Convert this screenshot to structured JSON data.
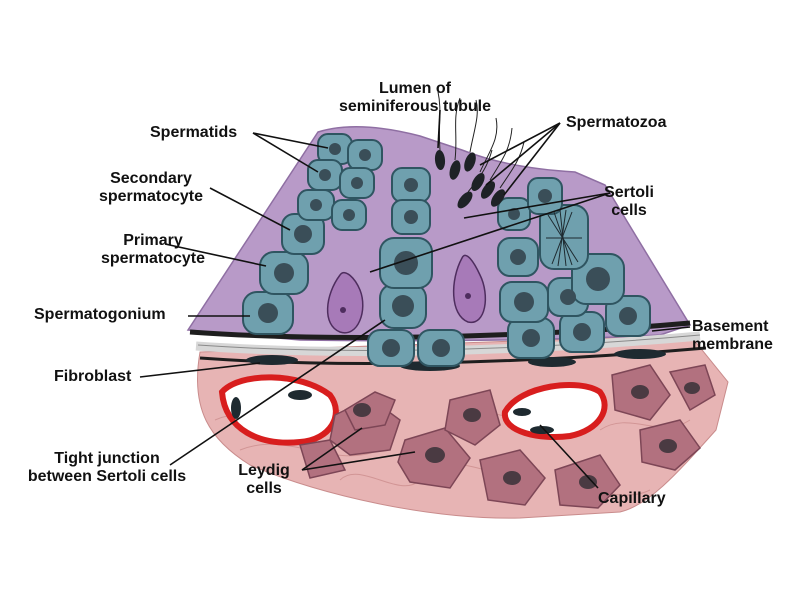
{
  "labels": {
    "lumen": "Lumen of\nseminiferous tubule",
    "spermatozoa": "Spermatozoa",
    "spermatids": "Spermatids",
    "secondary": "Secondary\nspermatocyte",
    "primary": "Primary\nspermatocyte",
    "spermatogonium": "Spermatogonium",
    "sertoli": "Sertoli\ncells",
    "basement": "Basement\nmembrane",
    "fibroblast": "Fibroblast",
    "tight_junction": "Tight junction\nbetween Sertoli cells",
    "leydig": "Leydig\ncells",
    "capillary": "Capillary"
  },
  "colors": {
    "epithelium": "#b89ac8",
    "germ_cell": "#6fa0ae",
    "germ_cell_edge": "#2f5561",
    "nucleus": "#3a4e58",
    "sertoli_nucleus": "#a77ab8",
    "membrane": "#2a2a2a",
    "interstitium": "#e7b4b4",
    "leydig": "#b2717f",
    "capillary_wall": "#d81e1e",
    "label_text": "#111111"
  }
}
